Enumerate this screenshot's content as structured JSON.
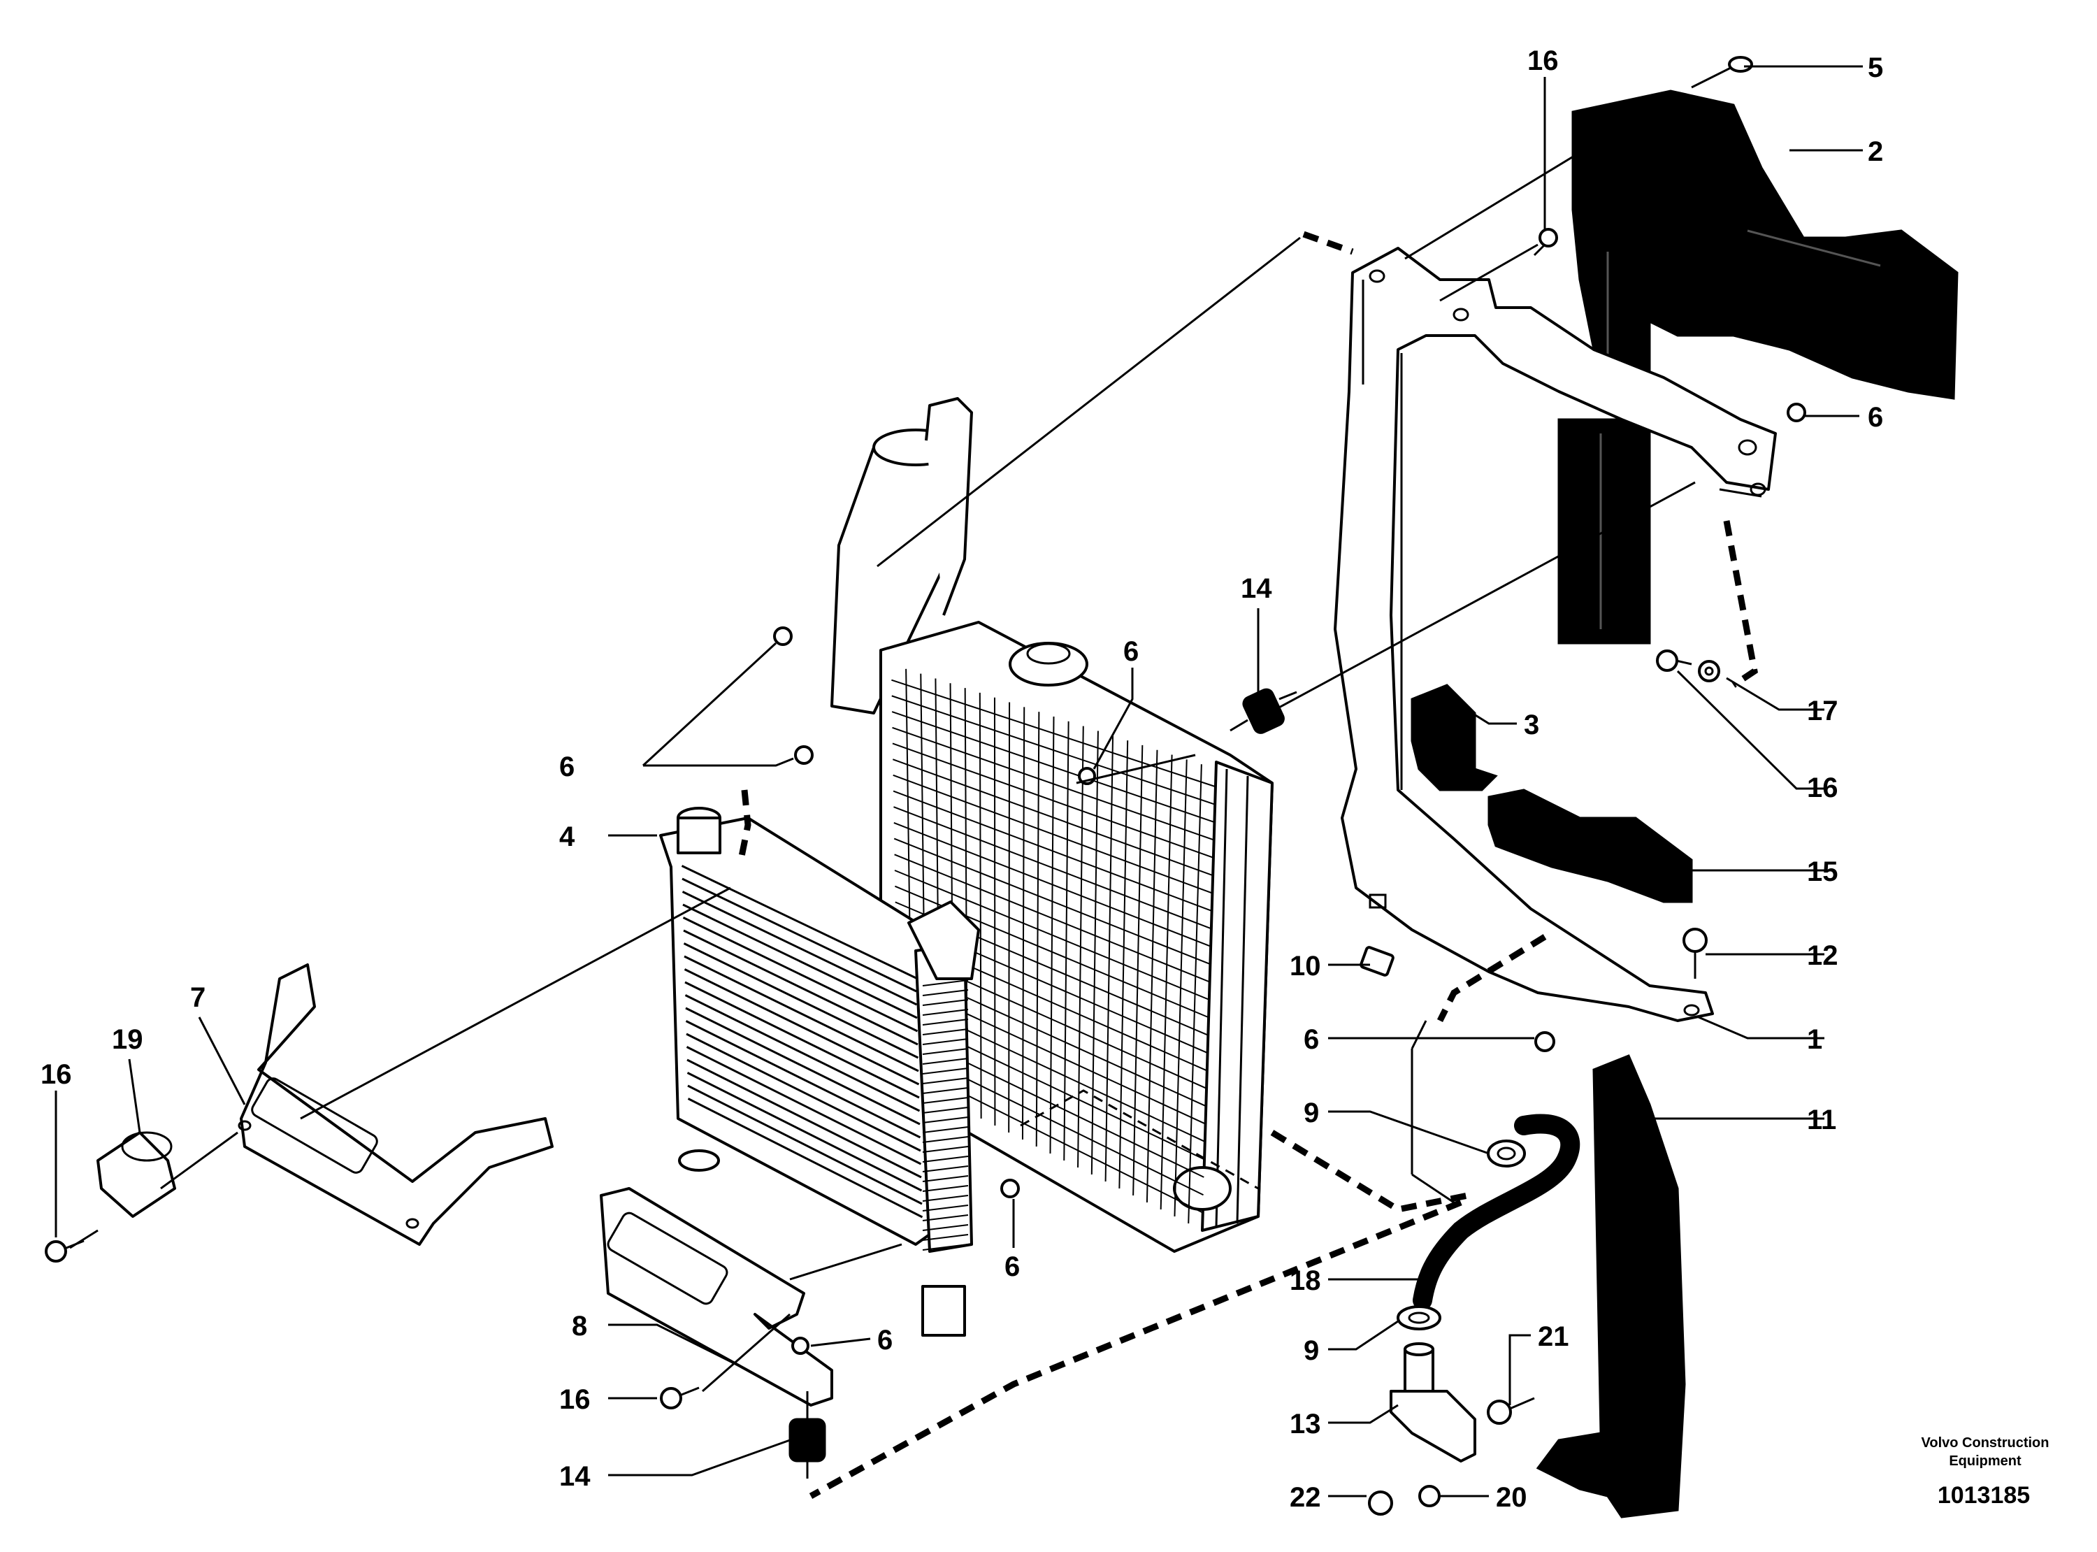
{
  "callouts": {
    "n1": "1",
    "n2": "2",
    "n3": "3",
    "n4": "4",
    "n5": "5",
    "n6": "6",
    "n7": "7",
    "n8": "8",
    "n9": "9",
    "n10": "10",
    "n11": "11",
    "n12": "12",
    "n13": "13",
    "n14": "14",
    "n15": "15",
    "n16": "16",
    "n17": "17",
    "n18": "18",
    "n19": "19",
    "n20": "20",
    "n21": "21",
    "n22": "22"
  },
  "footer": {
    "caption_line1": "Volvo Construction",
    "caption_line2": "Equipment",
    "document_number": "1013185"
  }
}
